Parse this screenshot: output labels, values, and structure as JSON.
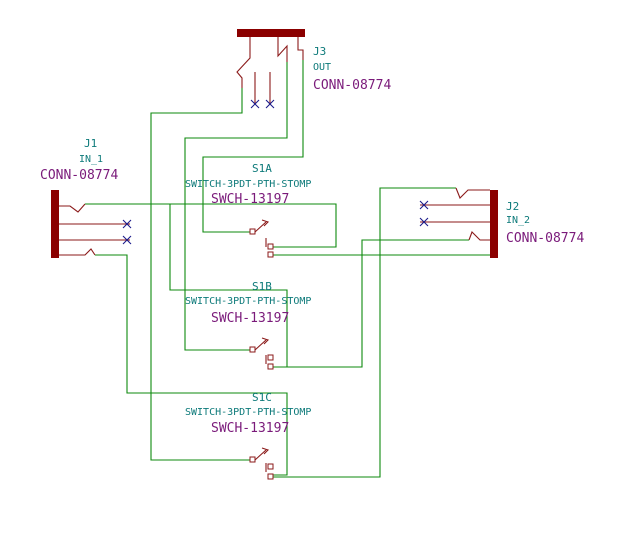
{
  "schematic": {
    "j3": {
      "ref": "J3",
      "name": "OUT",
      "value": "CONN-08774"
    },
    "j1": {
      "ref": "J1",
      "name": "IN_1",
      "value": "CONN-08774"
    },
    "j2": {
      "ref": "J2",
      "name": "IN_2",
      "value": "CONN-08774"
    },
    "s1a": {
      "ref": "S1A",
      "name": "SWITCH-3PDT-PTH-STOMP",
      "value": "SWCH-13197"
    },
    "s1b": {
      "ref": "S1B",
      "name": "SWITCH-3PDT-PTH-STOMP",
      "value": "SWCH-13197"
    },
    "s1c": {
      "ref": "S1C",
      "name": "SWITCH-3PDT-PTH-STOMP",
      "value": "SWCH-13197"
    }
  },
  "colors": {
    "wire": "#0d8a0d",
    "symbol": "#8b0000",
    "reference": "#0d7a7a",
    "value": "#7a1a7a",
    "no-connect": "#1a1a8b"
  }
}
